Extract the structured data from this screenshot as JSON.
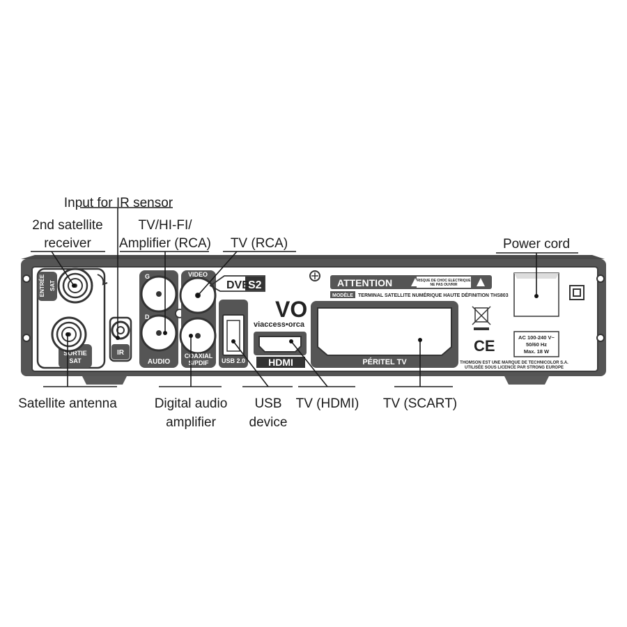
{
  "callouts": {
    "ir_input": "Input for IR sensor",
    "second_receiver_1": "2nd satellite",
    "second_receiver_2": "receiver",
    "tv_hifi_1": "TV/HI-FI/",
    "tv_hifi_2": "Amplifier (RCA)",
    "tv_rca": "TV (RCA)",
    "power_cord": "Power cord",
    "sat_antenna": "Satellite antenna",
    "digital_audio_1": "Digital audio",
    "digital_audio_2": "amplifier",
    "usb_1": "USB",
    "usb_2": "device",
    "tv_hdmi": "TV (HDMI)",
    "tv_scart": "TV (SCART)"
  },
  "panel_labels": {
    "entree_1": "ENTRÉE",
    "entree_2": "SAT",
    "sortie_1": "SORTIE",
    "sortie_2": "SAT",
    "ir": "IR",
    "g": "G",
    "d": "D",
    "audio": "AUDIO",
    "video": "VIDEO",
    "coaxial_1": "COAXIAL",
    "coaxial_2": "S/PDIF",
    "usb": "USB 2.0",
    "dvb": "DVB",
    "s2": "S2",
    "vo": "VO",
    "viaccess": "viaccess•orca",
    "hdmi": "HDMI",
    "attention": "ATTENTION",
    "risk_1": "RISQUE DE CHOC ELECTRIQUE",
    "risk_2": "NE PAS OUVRIR",
    "modele": "MODÈLE",
    "model_text": "TERMINAL SATELLITE NUMÉRIQUE HAUTE DÉFINITION THS803",
    "peritel": "PÉRITEL TV",
    "ce": "CE",
    "power_1": "AC 100-240 V~",
    "power_2": "50/60 Hz",
    "power_3": "Max. 18 W",
    "thomson_1": "THOMSON EST UNE MARQUE DE TECHNICOLOR S.A.",
    "thomson_2": "UTILISÉE SOUS LICENCE PAR STRONG EUROPE"
  }
}
